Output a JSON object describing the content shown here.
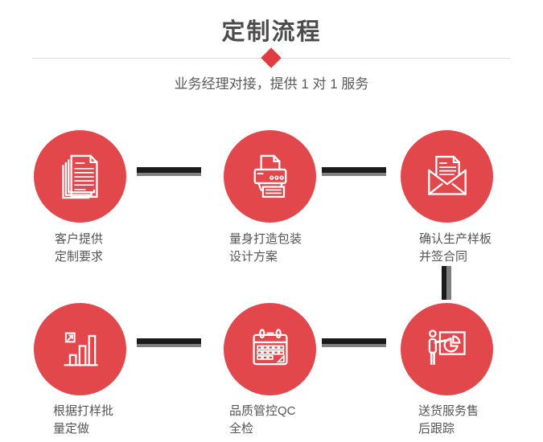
{
  "page": {
    "title": "定制流程",
    "subtitle": "业务经理对接，提供 1 对 1 服务"
  },
  "colors": {
    "circle_red": "#e2474c",
    "accent_red": "#e03c42",
    "title_gray": "#4c4c4c",
    "text_gray": "#555555",
    "connector_dark": "#1b1b1b",
    "connector_gray": "#7f7f7f",
    "divider": "#d9d9d9"
  },
  "steps": [
    {
      "icon": "documents-icon",
      "line1": "客户提供",
      "line2": "定制要求"
    },
    {
      "icon": "printer-icon",
      "line1": "量身打造包装",
      "line2": "设计方案"
    },
    {
      "icon": "envelope-icon",
      "line1": "确认生产样板",
      "line2": "并签合同"
    },
    {
      "icon": "bar-chart-icon",
      "line1": "根据打样批",
      "line2": "量定做"
    },
    {
      "icon": "calendar-icon",
      "line1": "品质管控QC",
      "line2": "全检"
    },
    {
      "icon": "presentation-icon",
      "line1": "送货服务售",
      "line2": "后跟踪"
    }
  ]
}
